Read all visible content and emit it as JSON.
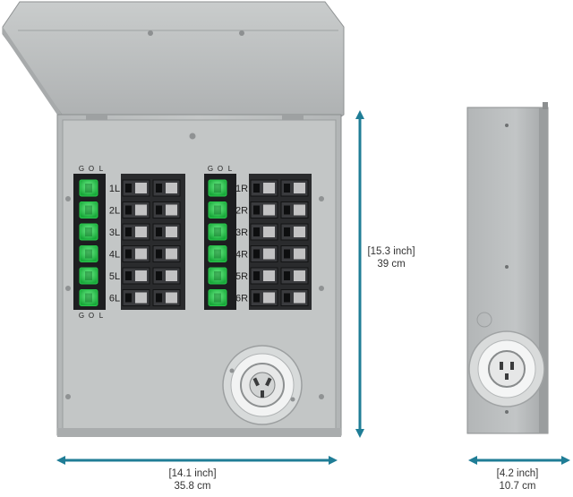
{
  "front_panel": {
    "left_bank": {
      "indicator_header": [
        "G",
        "O",
        "L"
      ],
      "indicator_footer": [
        "G",
        "O",
        "L"
      ],
      "circuits": [
        "1L",
        "2L",
        "3L",
        "4L",
        "5L",
        "6L"
      ]
    },
    "right_bank": {
      "indicator_header": [
        "G",
        "O",
        "L"
      ],
      "circuits": [
        "1R",
        "2R",
        "3R",
        "4R",
        "5R",
        "6R"
      ]
    }
  },
  "dimensions": {
    "height": {
      "imperial": "[15.3 inch]",
      "metric": "39 cm"
    },
    "width": {
      "imperial": "[14.1 inch]",
      "metric": "35.8 cm"
    },
    "depth": {
      "imperial": "[4.2 inch]",
      "metric": "10.7 cm"
    }
  },
  "colors": {
    "panel_gray": "#b9bcbd",
    "panel_light": "#cfd2d2",
    "indicator_green": "#27c64a",
    "dimension_arrow": "#1f7d96",
    "breaker_black": "#2a2b2d"
  }
}
